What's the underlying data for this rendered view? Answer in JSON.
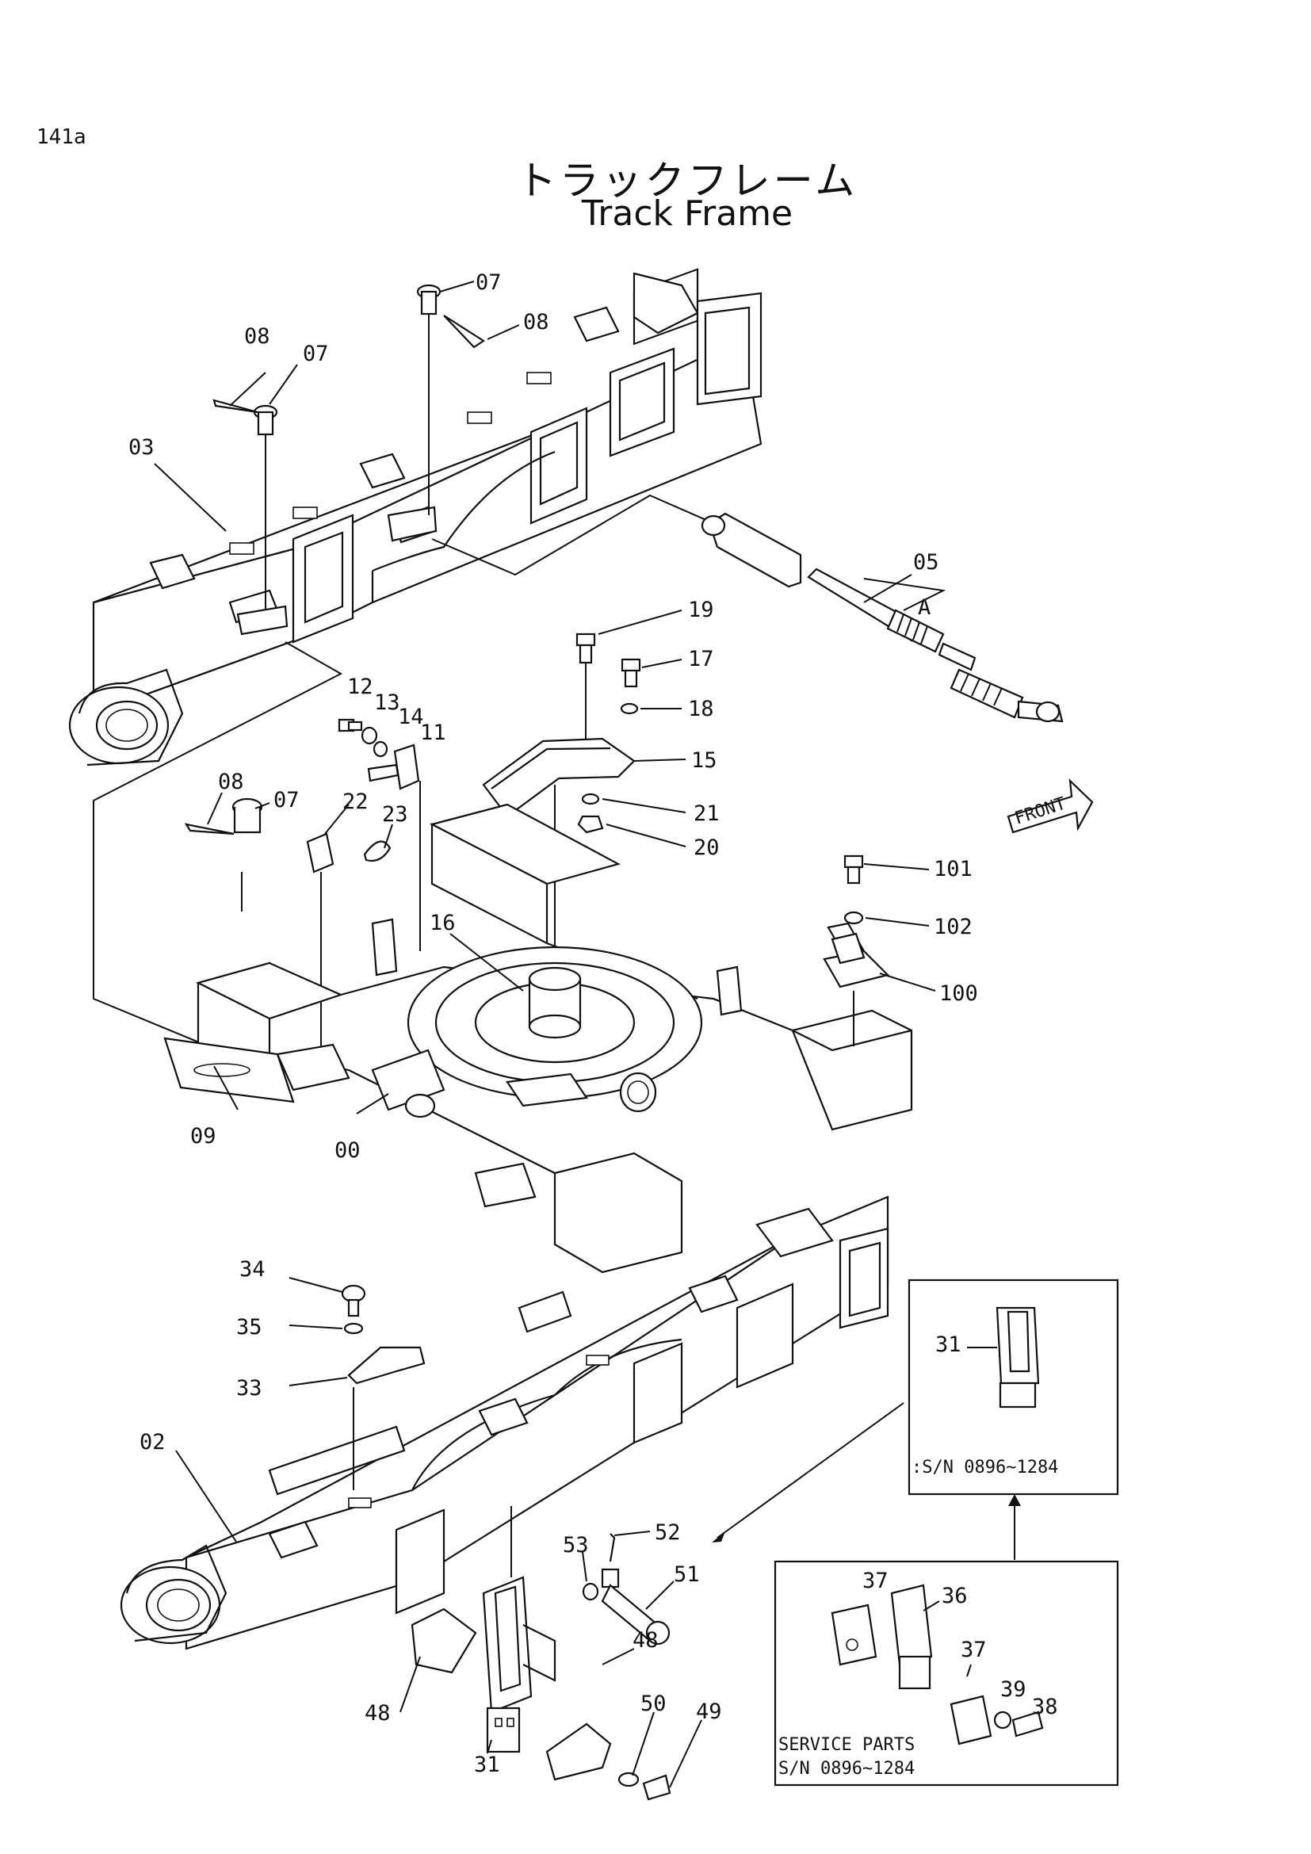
{
  "header": {
    "page_code": "141a",
    "title_ja": "トラックフレーム",
    "title_en": "Track Frame"
  },
  "callouts": {
    "p07a": "07",
    "p08a": "08",
    "p08b": "08",
    "p07b": "07",
    "p03": "03",
    "p05": "05",
    "pA": "A",
    "p19": "19",
    "p17": "17",
    "p18": "18",
    "p12": "12",
    "p13": "13",
    "p14": "14",
    "p11": "11",
    "p15": "15",
    "p21": "21",
    "p20": "20",
    "p08c": "08",
    "p07c": "07",
    "p22": "22",
    "p23": "23",
    "p101": "101",
    "p102": "102",
    "p100": "100",
    "p16": "16",
    "p09": "09",
    "p00": "00",
    "p34": "34",
    "p35": "35",
    "p33": "33",
    "p02": "02",
    "p52": "52",
    "p53": "53",
    "p51": "51",
    "p48a": "48",
    "p48b": "48",
    "p50": "50",
    "p49": "49",
    "p31": "31"
  },
  "front_badge": "FRONT",
  "inset_top": {
    "part": "31",
    "serial": ":S/N  0896~1284"
  },
  "inset_service": {
    "parts": [
      "37",
      "36",
      "37",
      "39",
      "38"
    ],
    "caption": "SERVICE  PARTS",
    "serial": "S/N  0896~1284"
  }
}
